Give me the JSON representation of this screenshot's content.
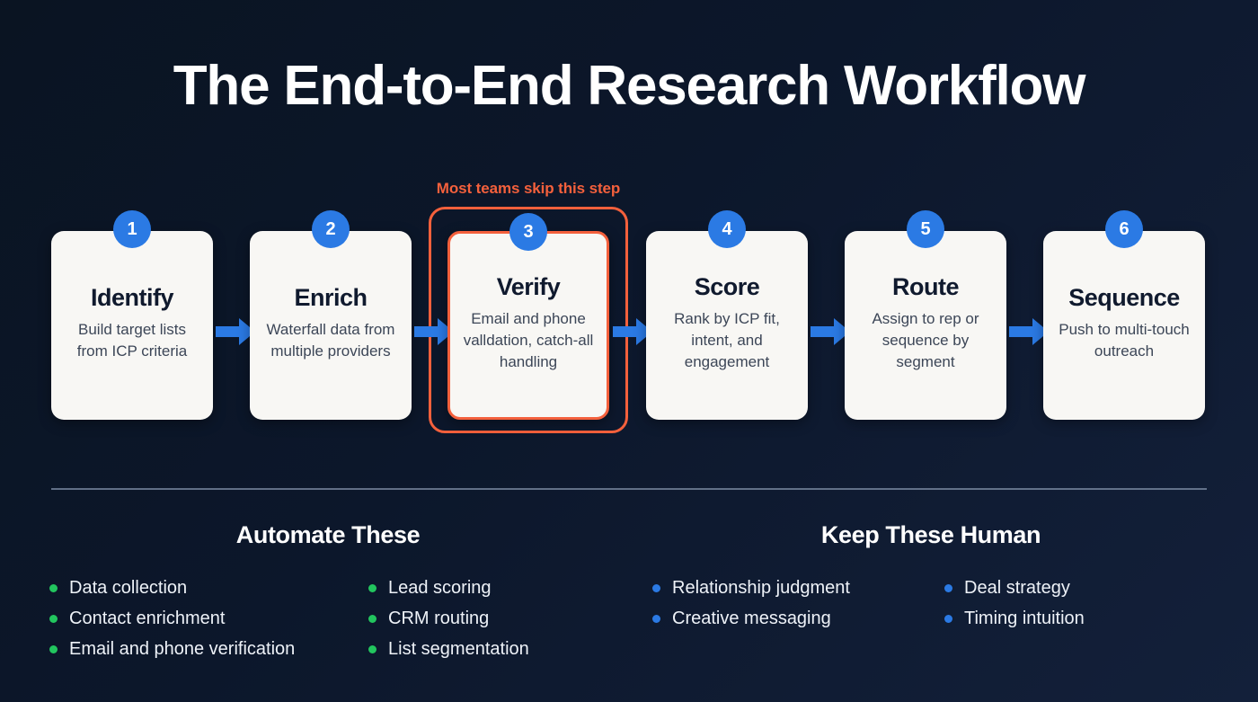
{
  "title": "The End-to-End Research Workflow",
  "callout": {
    "text": "Most teams skip this step",
    "color": "#f4603c",
    "targets_step": 3
  },
  "colors": {
    "background": "#0c172b",
    "card_background": "#f8f7f4",
    "badge_blue": "#2b7ae4",
    "arrow_blue": "#2b7ae4",
    "highlight_orange": "#f4603c",
    "bullet_green": "#22c55e",
    "bullet_blue": "#2b7ae4",
    "divider": "#7e8da5",
    "card_title": "#101a2e",
    "card_desc": "#3c4657"
  },
  "steps": [
    {
      "number": "1",
      "title": "Identify",
      "desc": "Build target lists from ICP criteria",
      "highlighted": false
    },
    {
      "number": "2",
      "title": "Enrich",
      "desc": "Waterfall data from multiple providers",
      "highlighted": false
    },
    {
      "number": "3",
      "title": "Verify",
      "desc": "Email and phone valldation, catch-all handling",
      "highlighted": true
    },
    {
      "number": "4",
      "title": "Score",
      "desc": "Rank by ICP fit, intent, and engagement",
      "highlighted": false
    },
    {
      "number": "5",
      "title": "Route",
      "desc": "Assign to rep or sequence by segment",
      "highlighted": false
    },
    {
      "number": "6",
      "title": "Sequence",
      "desc": "Push to multi-touch outreach",
      "highlighted": false
    }
  ],
  "panels": {
    "automate": {
      "heading": "Automate These",
      "bullet_color": "green",
      "column_one": [
        "Data collection",
        "Contact enrichment",
        "Email and phone verification"
      ],
      "column_two": [
        "Lead scoring",
        "CRM routing",
        "List segmentation"
      ]
    },
    "human": {
      "heading": "Keep These Human",
      "bullet_color": "blue",
      "column_one": [
        "Relationship judgment",
        "Creative messaging"
      ],
      "column_two": [
        "Deal strategy",
        "Timing intuition"
      ]
    }
  }
}
